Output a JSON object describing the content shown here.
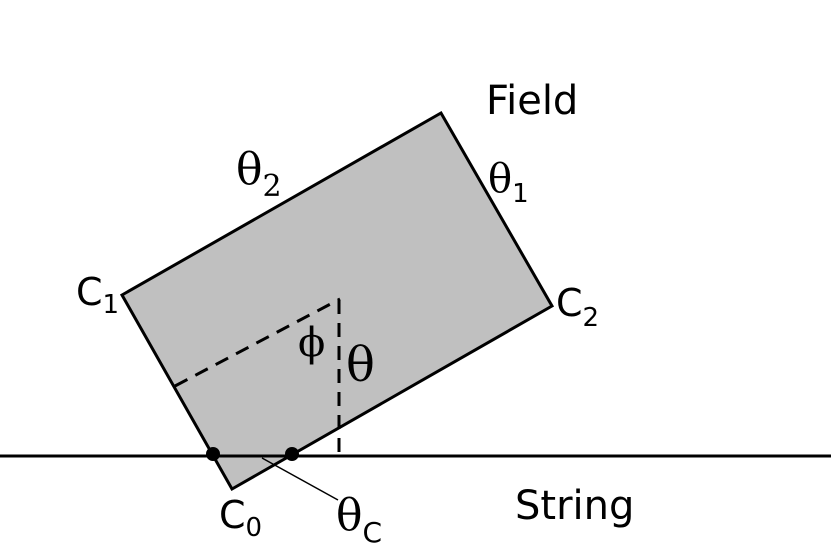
{
  "labels": {
    "field": "Field",
    "string": "String",
    "corner_c0": {
      "base": "C",
      "sub": "0"
    },
    "corner_c1": {
      "base": "C",
      "sub": "1"
    },
    "corner_c2": {
      "base": "C",
      "sub": "2"
    },
    "theta1": {
      "base": "θ",
      "sub": "1"
    },
    "theta2": {
      "base": "θ",
      "sub": "2"
    },
    "theta": "θ",
    "phi": "ϕ",
    "theta_c": {
      "base": "θ",
      "sub": "C"
    }
  },
  "colors": {
    "rectangle_fill": "#c0c0c0",
    "stroke": "#000000",
    "background": "#ffffff"
  }
}
